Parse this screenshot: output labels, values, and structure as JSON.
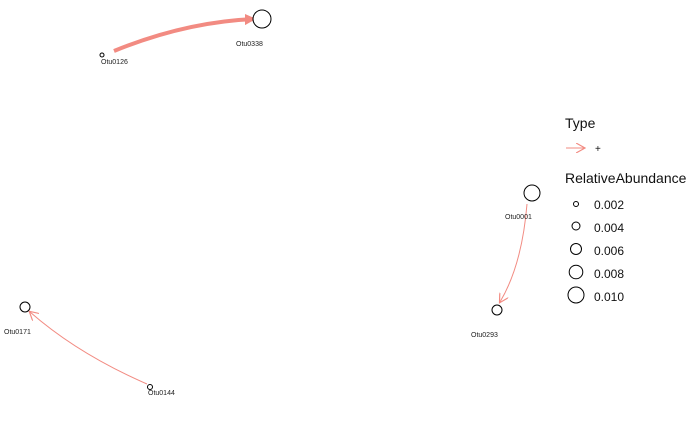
{
  "network": {
    "nodes": [
      {
        "id": "Otu0126",
        "label": "Otu0126",
        "abundance": 0.0005
      },
      {
        "id": "Otu0338",
        "label": "Otu0338",
        "abundance": 0.01
      },
      {
        "id": "Otu0001",
        "label": "Otu0001",
        "abundance": 0.009
      },
      {
        "id": "Otu0293",
        "label": "Otu0293",
        "abundance": 0.004
      },
      {
        "id": "Otu0171",
        "label": "Otu0171",
        "abundance": 0.004
      },
      {
        "id": "Otu0144",
        "label": "Otu0144",
        "abundance": 0.001
      }
    ],
    "edges": [
      {
        "from": "Otu0126",
        "to": "Otu0338",
        "type": "+",
        "weight": "thick"
      },
      {
        "from": "Otu0001",
        "to": "Otu0293",
        "type": "+",
        "weight": "thin"
      },
      {
        "from": "Otu0144",
        "to": "Otu0171",
        "type": "+",
        "weight": "thin"
      }
    ]
  },
  "legend": {
    "type_title": "Type",
    "type_items": [
      {
        "label": "+",
        "color": "#f28b82"
      }
    ],
    "size_title": "RelativeAbundance",
    "size_items": [
      "0.002",
      "0.004",
      "0.006",
      "0.008",
      "0.010"
    ]
  },
  "colors": {
    "edge": "#f28b82",
    "node_stroke": "#000000"
  }
}
